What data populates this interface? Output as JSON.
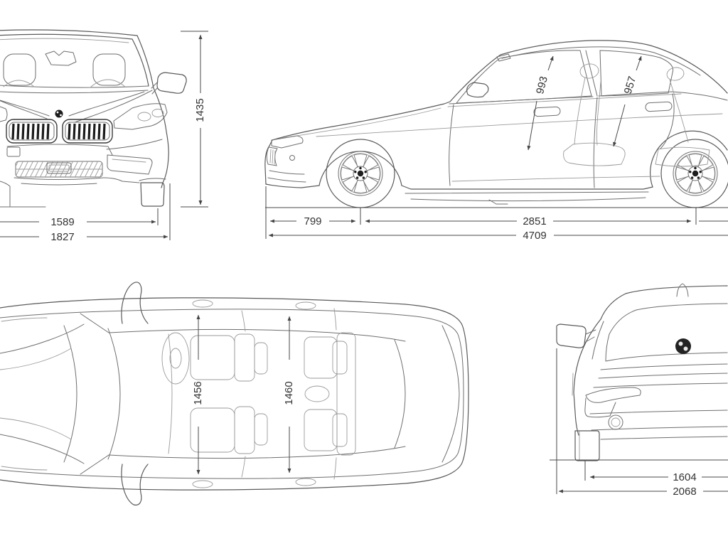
{
  "diagram": {
    "background": "#ffffff",
    "line_color": "#5a5a5a",
    "text_color": "#333333",
    "views": {
      "front": {
        "name": "front-view",
        "dims": {
          "height": "1435",
          "track": "1589",
          "width": "1827"
        }
      },
      "side": {
        "name": "side-view",
        "dims": {
          "headroom_front": "993",
          "headroom_rear": "957",
          "overhang_front": "799",
          "wheelbase": "2851",
          "length": "4709"
        }
      },
      "top": {
        "name": "top-view",
        "dims": {
          "shoulder_front": "1456",
          "shoulder_rear": "1460"
        }
      },
      "rear": {
        "name": "rear-view",
        "dims": {
          "track": "1604",
          "width_mirrors": "2068"
        }
      }
    }
  }
}
